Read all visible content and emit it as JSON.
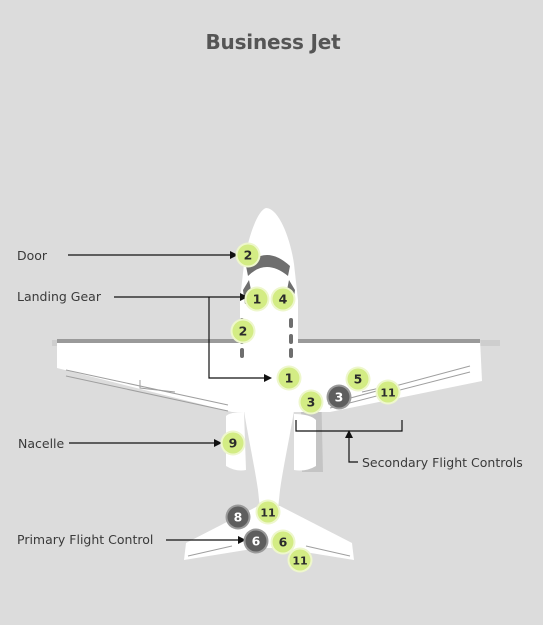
{
  "title": "Business Jet",
  "labels": {
    "door": "Door",
    "landing_gear": "Landing Gear",
    "nacelle": "Nacelle",
    "primary_flight_control": "Primary Flight Control",
    "secondary_flight_controls": "Secondary Flight Controls"
  },
  "badges": [
    {
      "id": "door-2",
      "text": "2",
      "style": "light"
    },
    {
      "id": "nose-1",
      "text": "1",
      "style": "light"
    },
    {
      "id": "nose-4",
      "text": "4",
      "style": "light"
    },
    {
      "id": "fuselage-2",
      "text": "2",
      "style": "light"
    },
    {
      "id": "main-gear-1",
      "text": "1",
      "style": "light"
    },
    {
      "id": "wing-3-light",
      "text": "3",
      "style": "light"
    },
    {
      "id": "wing-3-dark",
      "text": "3",
      "style": "dark"
    },
    {
      "id": "wing-5",
      "text": "5",
      "style": "light"
    },
    {
      "id": "wing-11",
      "text": "11",
      "style": "light"
    },
    {
      "id": "nacelle-9",
      "text": "9",
      "style": "light"
    },
    {
      "id": "tail-8",
      "text": "8",
      "style": "dark"
    },
    {
      "id": "tail-11-top",
      "text": "11",
      "style": "light"
    },
    {
      "id": "tail-6-dark",
      "text": "6",
      "style": "dark"
    },
    {
      "id": "tail-6-light",
      "text": "6",
      "style": "light"
    },
    {
      "id": "tail-11-bottom",
      "text": "11",
      "style": "light"
    }
  ],
  "colors": {
    "background": "#dcdcdc",
    "aircraft": "#ffffff",
    "aircraft_shadow": "#c4c4c4",
    "gear_door": "#6e6e6e",
    "badge_light": "#d3ec84",
    "badge_light_ring": "#eef7cc",
    "badge_dark": "#5e5e5e",
    "line": "#111111"
  }
}
